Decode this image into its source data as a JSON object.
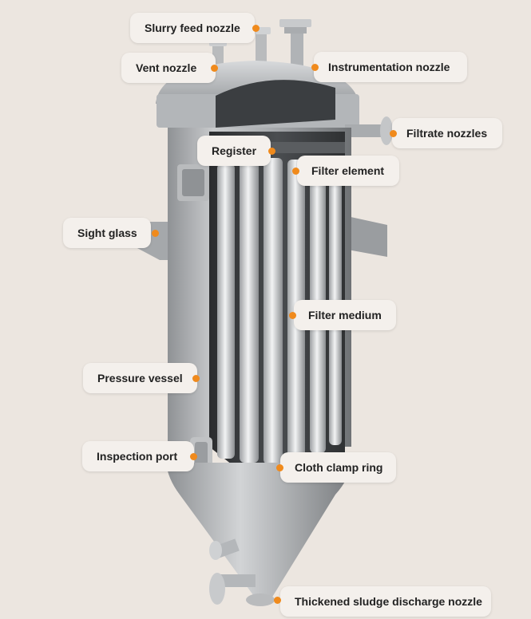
{
  "accent_color": "#f08a1c",
  "labels": {
    "slurry_feed": "Slurry feed nozzle",
    "vent": "Vent nozzle",
    "instrumentation": "Instrumentation nozzle",
    "filtrate": "Filtrate nozzles",
    "register": "Register",
    "filter_element": "Filter element",
    "sight_glass": "Sight glass",
    "filter_medium": "Filter medium",
    "pressure_vessel": "Pressure vessel",
    "inspection_port": "Inspection port",
    "cloth_clamp": "Cloth clamp ring",
    "sludge_discharge": "Thickened sludge discharge nozzle"
  }
}
